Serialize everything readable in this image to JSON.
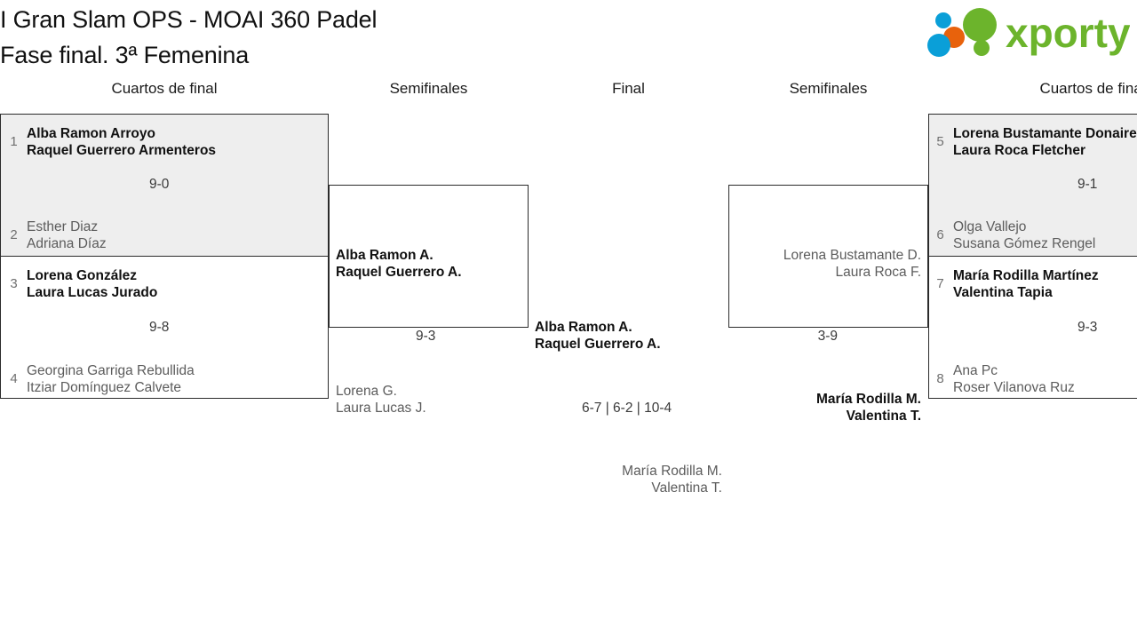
{
  "header": {
    "title_line1": "I Gran Slam OPS - MOAI 360 Padel",
    "title_line2": "Fase final. 3ª Femenina",
    "logo_text": "xporty",
    "logo_colors": {
      "green": "#6cb42c",
      "blue": "#0a9fd8",
      "orange": "#e8620c"
    }
  },
  "rounds": [
    {
      "key": "qf_left",
      "label": "Cuartos de final"
    },
    {
      "key": "sf_left",
      "label": "Semifinales"
    },
    {
      "key": "final",
      "label": "Final"
    },
    {
      "key": "sf_right",
      "label": "Semifinales"
    },
    {
      "key": "qf_right",
      "label": "Cuartos de final"
    }
  ],
  "matches": {
    "qf_left_1": {
      "shaded": true,
      "score": "9-0",
      "top": {
        "seed": "1",
        "player1": "Alba Ramon Arroyo",
        "player2": "Raquel Guerrero Armenteros",
        "winner": true
      },
      "bottom": {
        "seed": "2",
        "player1": "Esther Diaz",
        "player2": "Adriana Díaz",
        "winner": false
      }
    },
    "qf_left_2": {
      "shaded": false,
      "score": "9-8",
      "top": {
        "seed": "3",
        "player1": "Lorena González",
        "player2": "Laura Lucas Jurado",
        "winner": true
      },
      "bottom": {
        "seed": "4",
        "player1": "Georgina Garriga Rebullida",
        "player2": "Itziar Domínguez Calvete",
        "winner": false
      }
    },
    "qf_right_1": {
      "shaded": true,
      "score": "9-1",
      "top": {
        "seed": "5",
        "player1": "Lorena Bustamante Donaire",
        "player2": "Laura Roca Fletcher",
        "winner": true
      },
      "bottom": {
        "seed": "6",
        "player1": "Olga Vallejo",
        "player2": "Susana Gómez Rengel",
        "winner": false
      }
    },
    "qf_right_2": {
      "shaded": false,
      "score": "9-3",
      "top": {
        "seed": "7",
        "player1": "María Rodilla Martínez",
        "player2": "Valentina Tapia",
        "winner": true
      },
      "bottom": {
        "seed": "8",
        "player1": "Ana Pc",
        "player2": "Roser Vilanova Ruz",
        "winner": false
      }
    },
    "sf_left": {
      "score": "9-3",
      "top": {
        "player1": "Alba Ramon A.",
        "player2": "Raquel Guerrero A.",
        "winner": true
      },
      "bottom": {
        "player1": "Lorena G.",
        "player2": "Laura Lucas J.",
        "winner": false
      }
    },
    "sf_right": {
      "score": "3-9",
      "top": {
        "player1": "Lorena Bustamante D.",
        "player2": "Laura Roca F.",
        "winner": false
      },
      "bottom": {
        "player1": "María Rodilla M.",
        "player2": "Valentina T.",
        "winner": true
      }
    },
    "final": {
      "score": "6-7 | 6-2 | 10-4",
      "top": {
        "player1": "Alba Ramon A.",
        "player2": "Raquel Guerrero A.",
        "winner": true
      },
      "bottom": {
        "player1": "María Rodilla M.",
        "player2": "Valentina T.",
        "winner": false
      }
    }
  }
}
